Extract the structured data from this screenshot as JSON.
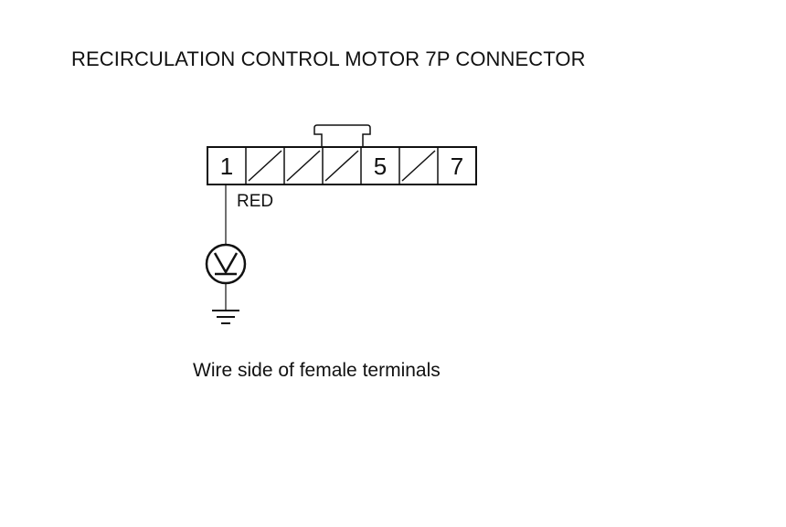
{
  "title": "RECIRCULATION CONTROL MOTOR 7P CONNECTOR",
  "caption": "Wire side of female terminals",
  "wire": {
    "terminal": "1",
    "color_label": "RED"
  },
  "connector": {
    "pin_count": 7,
    "pins": [
      {
        "label": "1",
        "used": true
      },
      {
        "label": "",
        "used": false
      },
      {
        "label": "",
        "used": false
      },
      {
        "label": "",
        "used": false
      },
      {
        "label": "5",
        "used": true
      },
      {
        "label": "",
        "used": false
      },
      {
        "label": "7",
        "used": true
      }
    ]
  },
  "meter": {
    "symbol": "V",
    "icon": "voltmeter-icon"
  },
  "ground": {
    "icon": "ground-icon"
  },
  "colors": {
    "line": "#111111",
    "background": "#ffffff"
  }
}
